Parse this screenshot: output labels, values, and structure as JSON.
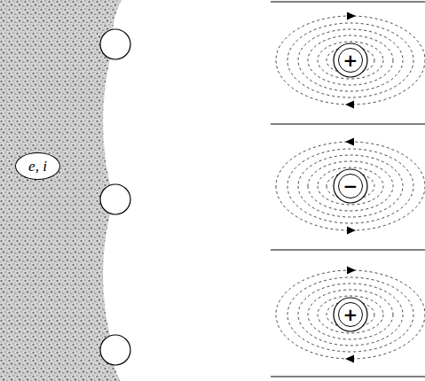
{
  "diagram": {
    "nodes": [
      {
        "text": [
          "e, i"
        ]
      },
      {
        "text": [
          "+"
        ]
      },
      {
        "text": [
          "−"
        ]
      },
      {
        "text": [
          "+"
        ]
      }
    ]
  }
}
